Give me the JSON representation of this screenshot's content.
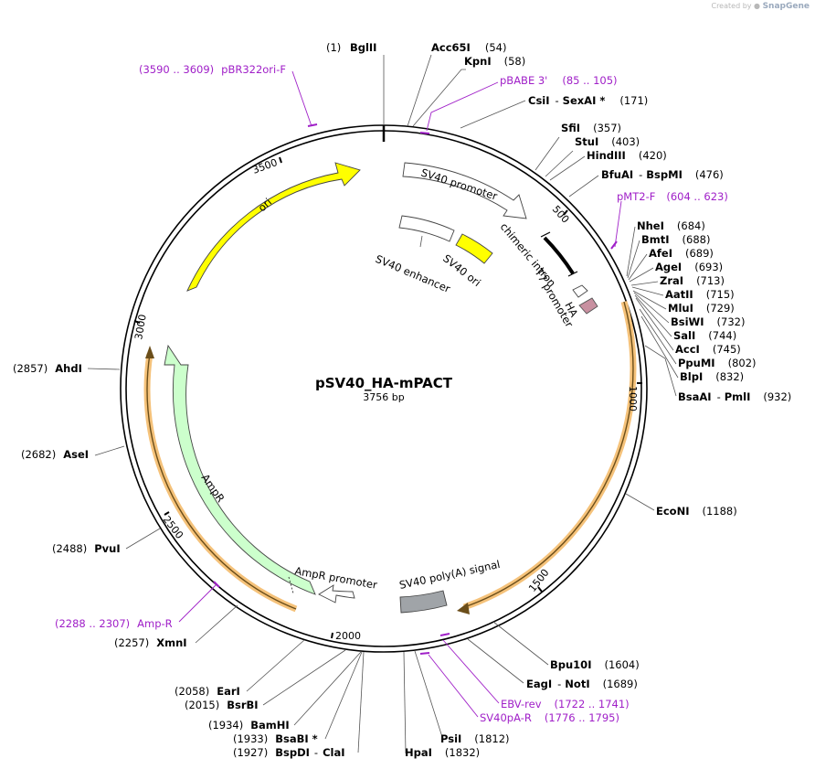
{
  "credit": {
    "prefix": "Created by",
    "brand": "SnapGene"
  },
  "plasmid": {
    "name": "pSV40_HA-mPACT",
    "length_label": "3756 bp",
    "length": 3756
  },
  "ticks": [
    "500",
    "1000",
    "1500",
    "2000",
    "2500",
    "3000",
    "3500"
  ],
  "sites": [
    {
      "name": "BglII",
      "pos": "(1)",
      "side": "left"
    },
    {
      "name": "Acc65I",
      "pos": "(54)",
      "side": "right"
    },
    {
      "name": "KpnI",
      "pos": "(58)",
      "side": "right"
    },
    {
      "name": "CsiI",
      "sep": "-",
      "name2": "SexAI *",
      "pos": "(171)",
      "side": "right"
    },
    {
      "name": "SfiI",
      "pos": "(357)",
      "side": "right"
    },
    {
      "name": "StuI",
      "pos": "(403)",
      "side": "right"
    },
    {
      "name": "HindIII",
      "pos": "(420)",
      "side": "right"
    },
    {
      "name": "BfuAI",
      "sep": "-",
      "name2": "BspMI",
      "pos": "(476)",
      "side": "right"
    },
    {
      "name": "NheI",
      "pos": "(684)",
      "side": "right"
    },
    {
      "name": "BmtI",
      "pos": "(688)",
      "side": "right"
    },
    {
      "name": "AfeI",
      "pos": "(689)",
      "side": "right"
    },
    {
      "name": "AgeI",
      "pos": "(693)",
      "side": "right"
    },
    {
      "name": "ZraI",
      "pos": "(713)",
      "side": "right"
    },
    {
      "name": "AatII",
      "pos": "(715)",
      "side": "right"
    },
    {
      "name": "MluI",
      "pos": "(729)",
      "side": "right"
    },
    {
      "name": "BsiWI",
      "pos": "(732)",
      "side": "right"
    },
    {
      "name": "SalI",
      "pos": "(744)",
      "side": "right"
    },
    {
      "name": "AccI",
      "pos": "(745)",
      "side": "right"
    },
    {
      "name": "PpuMI",
      "pos": "(802)",
      "side": "right"
    },
    {
      "name": "BlpI",
      "pos": "(832)",
      "side": "right"
    },
    {
      "name": "BsaAI",
      "sep": "-",
      "name2": "PmlI",
      "pos": "(932)",
      "side": "right"
    },
    {
      "name": "EcoNI",
      "pos": "(1188)",
      "side": "right"
    },
    {
      "name": "Bpu10I",
      "pos": "(1604)",
      "side": "right"
    },
    {
      "name": "EagI",
      "sep": "-",
      "name2": "NotI",
      "pos": "(1689)",
      "side": "right"
    },
    {
      "name": "PsiI",
      "pos": "(1812)",
      "side": "right"
    },
    {
      "name": "HpaI",
      "pos": "(1832)",
      "side": "right"
    },
    {
      "name": "ClaI",
      "pre": "BspDI",
      "sep": "-",
      "pos": "(1927)",
      "side": "left"
    },
    {
      "name": "BsaBI *",
      "pos": "(1933)",
      "side": "left"
    },
    {
      "name": "BamHI",
      "pos": "(1934)",
      "side": "left"
    },
    {
      "name": "BsrBI",
      "pos": "(2015)",
      "side": "left"
    },
    {
      "name": "EarI",
      "pos": "(2058)",
      "side": "left"
    },
    {
      "name": "XmnI",
      "pos": "(2257)",
      "side": "left"
    },
    {
      "name": "PvuI",
      "pos": "(2488)",
      "side": "left"
    },
    {
      "name": "AseI",
      "pos": "(2682)",
      "side": "left"
    },
    {
      "name": "AhdI",
      "pos": "(2857)",
      "side": "left"
    }
  ],
  "primers": [
    {
      "name": "pBR322ori-F",
      "range": "(3590 .. 3609)",
      "side": "left"
    },
    {
      "name": "pBABE 3'",
      "range": "(85 .. 105)",
      "side": "right"
    },
    {
      "name": "pMT2-F",
      "range": "(604 .. 623)",
      "side": "right"
    },
    {
      "name": "EBV-rev",
      "range": "(1722 .. 1741)",
      "side": "right"
    },
    {
      "name": "SV40pA-R",
      "range": "(1776 .. 1795)",
      "side": "right"
    },
    {
      "name": "Amp-R",
      "range": "(2288 .. 2307)",
      "side": "left"
    }
  ],
  "features": [
    {
      "name": "ori",
      "color": "#ffff00"
    },
    {
      "name": "SV40 promoter",
      "color": "#ffffff"
    },
    {
      "name": "SV40 enhancer",
      "color": "#ffffff"
    },
    {
      "name": "SV40 ori",
      "color": "#ffff00"
    },
    {
      "name": "chimeric intron",
      "color": "#000000"
    },
    {
      "name": "T7 promoter",
      "color": "#ffffff"
    },
    {
      "name": "HA",
      "color": "#c890a0"
    },
    {
      "name": "SV40 poly(A) signal",
      "color": "#a0a4a8"
    },
    {
      "name": "AmpR promoter",
      "color": "#ffffff"
    },
    {
      "name": "AmpR",
      "color": "#ccffcc"
    }
  ],
  "colors": {
    "backbone": "#000000",
    "primer": "#a020c8",
    "orf": "#f5a623",
    "lead": "#555555"
  }
}
